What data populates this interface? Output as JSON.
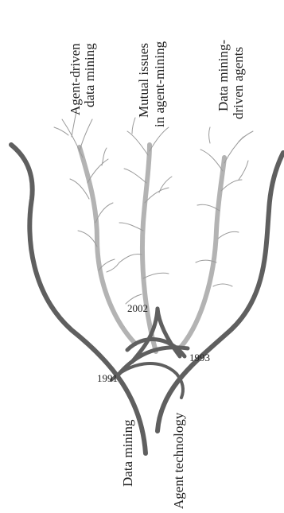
{
  "branches": {
    "agent_driven": {
      "line1": "Agent-driven",
      "line2": "data mining"
    },
    "mutual": {
      "line1": "Mutual issues",
      "line2": "in agent-mining"
    },
    "dm_driven": {
      "line1": "Data mining-",
      "line2": "driven agents"
    }
  },
  "roots": {
    "data_mining": "Data mining",
    "agent_technology": "Agent technology"
  },
  "years": {
    "y1991": "1991",
    "y1993": "1993",
    "y2002": "2002"
  },
  "colors": {
    "dark_stroke": "#5f5f5f",
    "light_stroke": "#b3b3b3",
    "twig_stroke": "#9a9a9a"
  }
}
